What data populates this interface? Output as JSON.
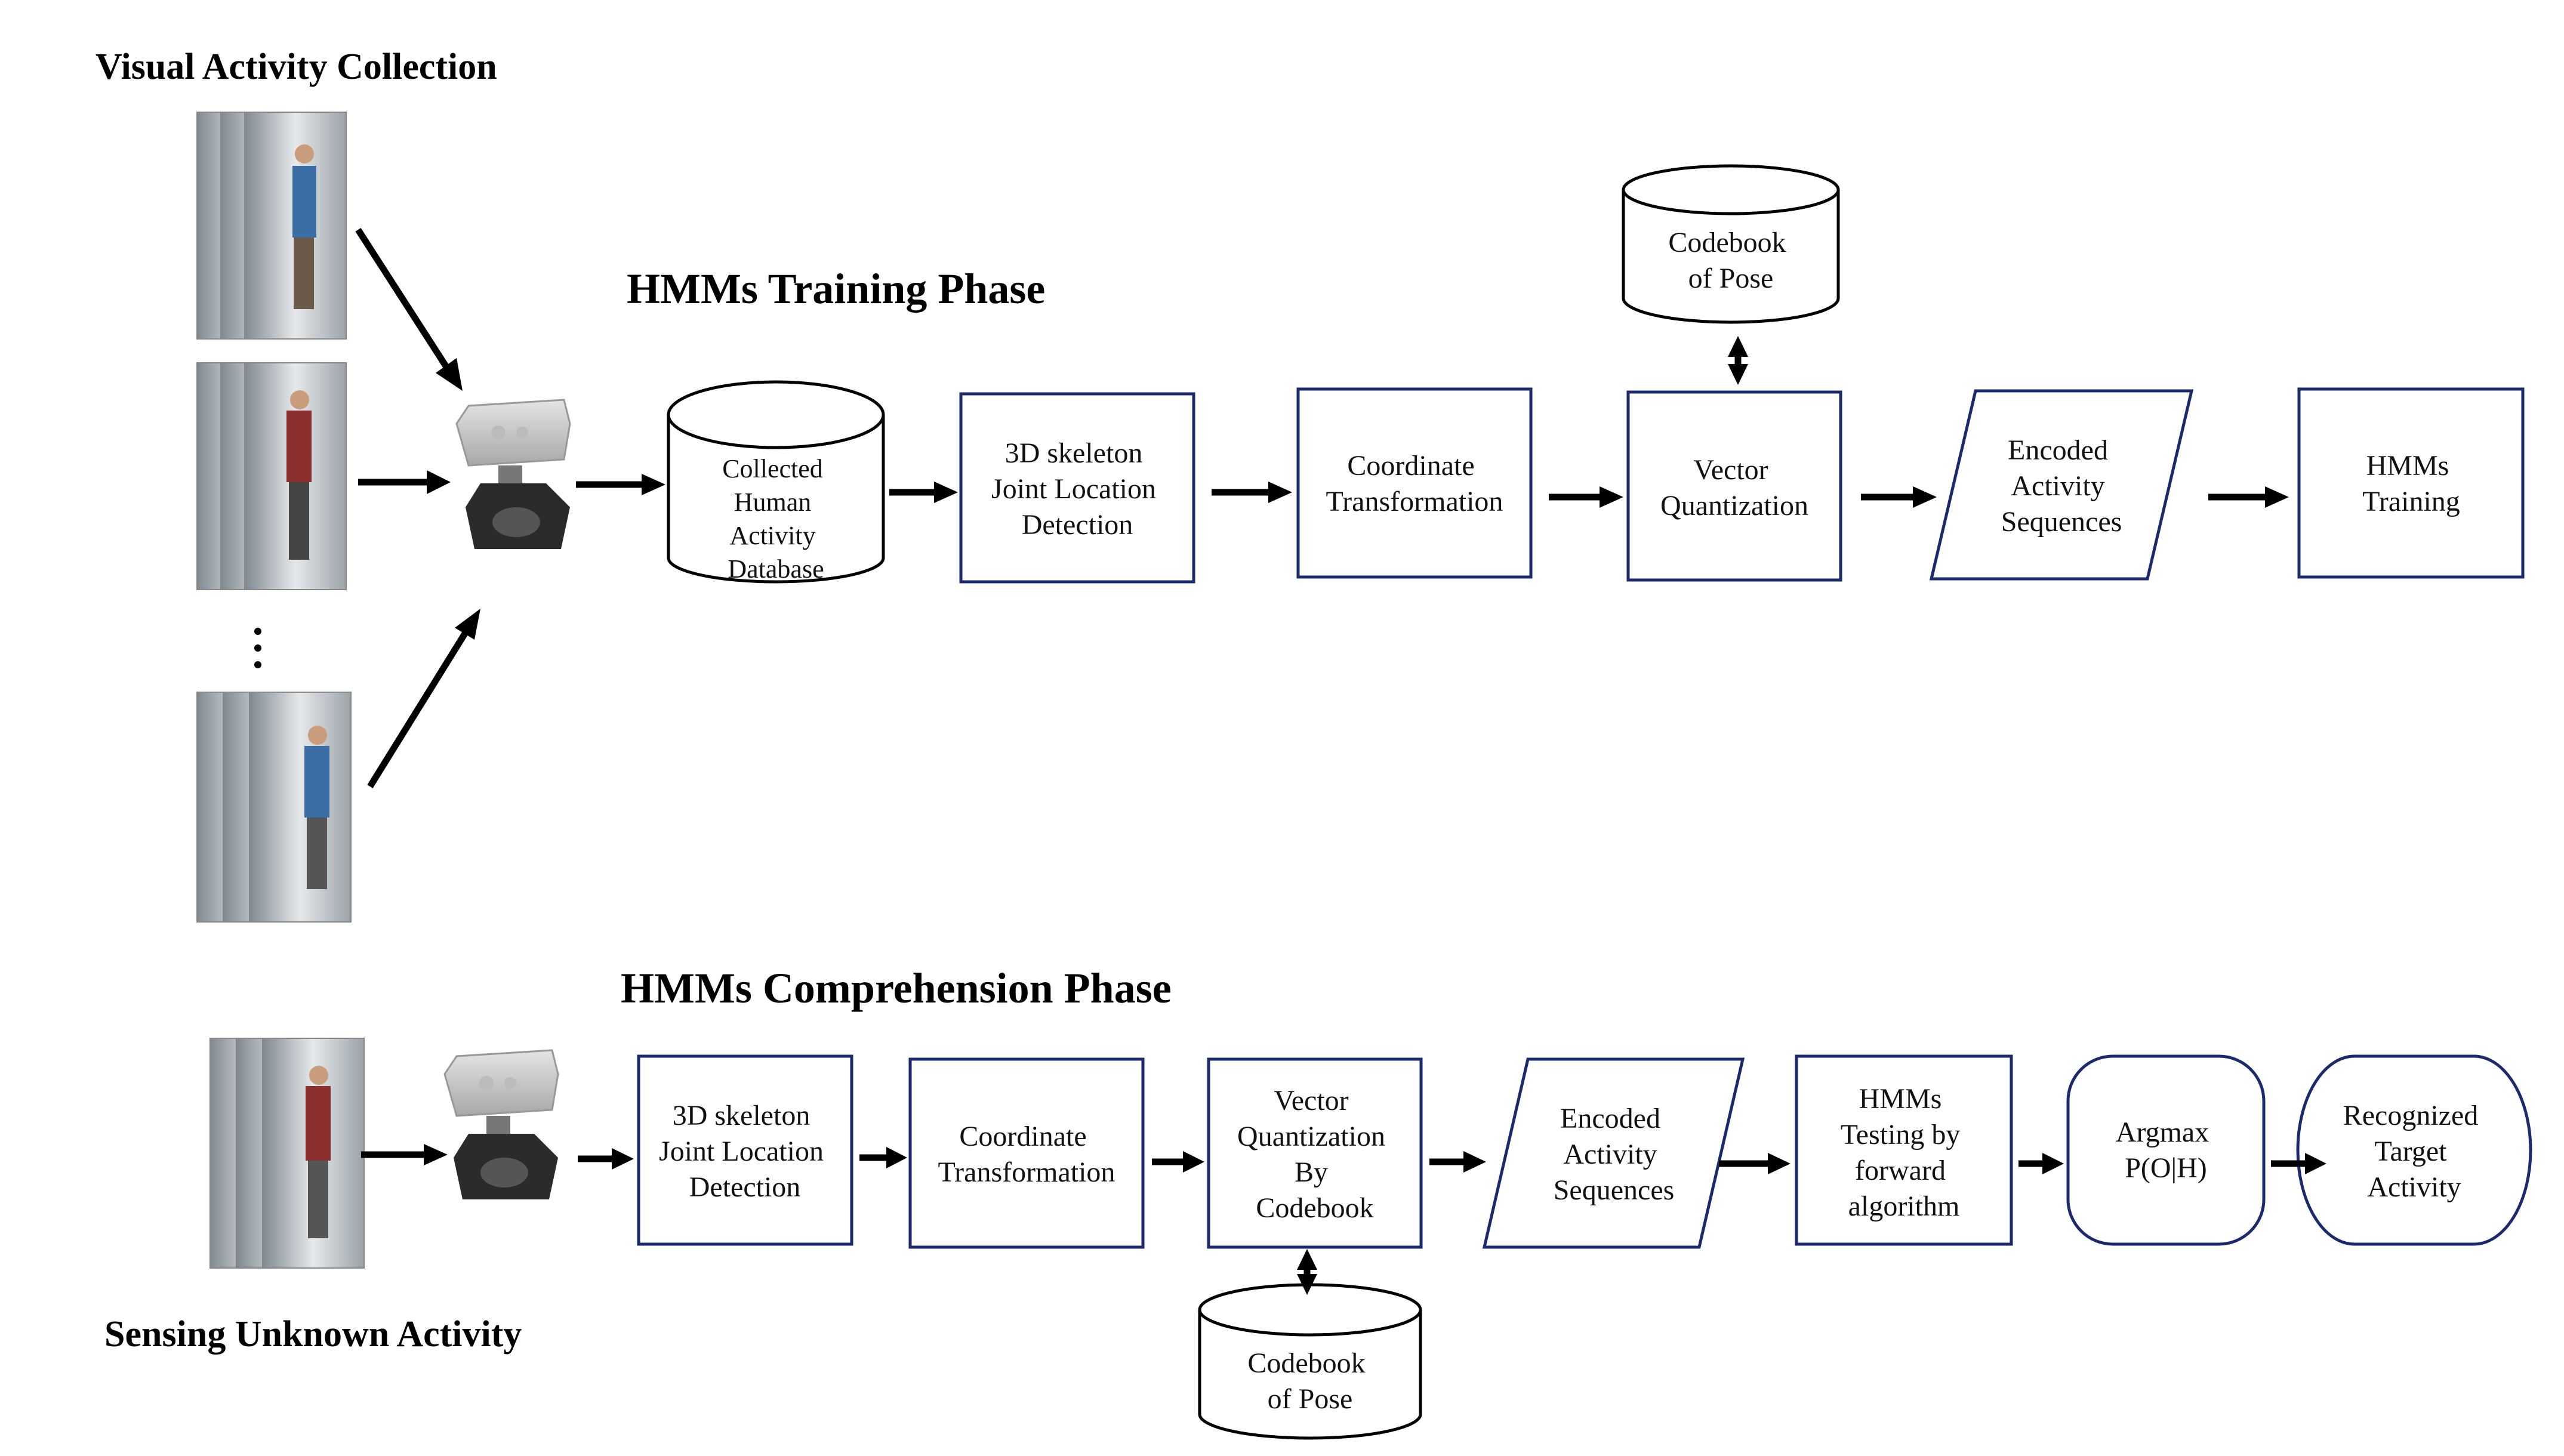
{
  "headings": {
    "visual_collection": "Visual Activity Collection",
    "training_phase": "HMMs Training Phase",
    "comprehension_phase": "HMMs Comprehension Phase",
    "sensing_unknown": "Sensing Unknown Activity"
  },
  "training": {
    "database": [
      "Collected",
      "Human",
      "Activity",
      "Database"
    ],
    "skeleton": [
      "3D skeleton",
      "Joint Location",
      "Detection"
    ],
    "coordinate": [
      "Coordinate",
      "Transformation"
    ],
    "vq": [
      "Vector",
      "Quantization"
    ],
    "codebook": [
      "Codebook",
      "of Pose"
    ],
    "encoded": [
      "Encoded",
      "Activity",
      "Sequences"
    ],
    "hmm_training": [
      "HMMs",
      "Training"
    ]
  },
  "comprehension": {
    "skeleton": [
      "3D skeleton",
      "Joint Location",
      "Detection"
    ],
    "coordinate": [
      "Coordinate",
      "Transformation"
    ],
    "vq": [
      "Vector",
      "Quantization",
      "By",
      "Codebook"
    ],
    "codebook": [
      "Codebook",
      "of Pose"
    ],
    "encoded": [
      "Encoded",
      "Activity",
      "Sequences"
    ],
    "hmm_testing": [
      "HMMs",
      "Testing by",
      "forward",
      "algorithm"
    ],
    "argmax": [
      "Argmax",
      "P(O|H)"
    ],
    "recognized": [
      "Recognized",
      "Target",
      "Activity"
    ]
  },
  "icons": [
    "video-frame-stack-icon",
    "kinect-sensor-icon",
    "vertical-ellipsis-icon"
  ],
  "colors": {
    "box_stroke": "#1a2a6c",
    "cylinder_stroke": "#000000",
    "arrow": "#000000"
  }
}
